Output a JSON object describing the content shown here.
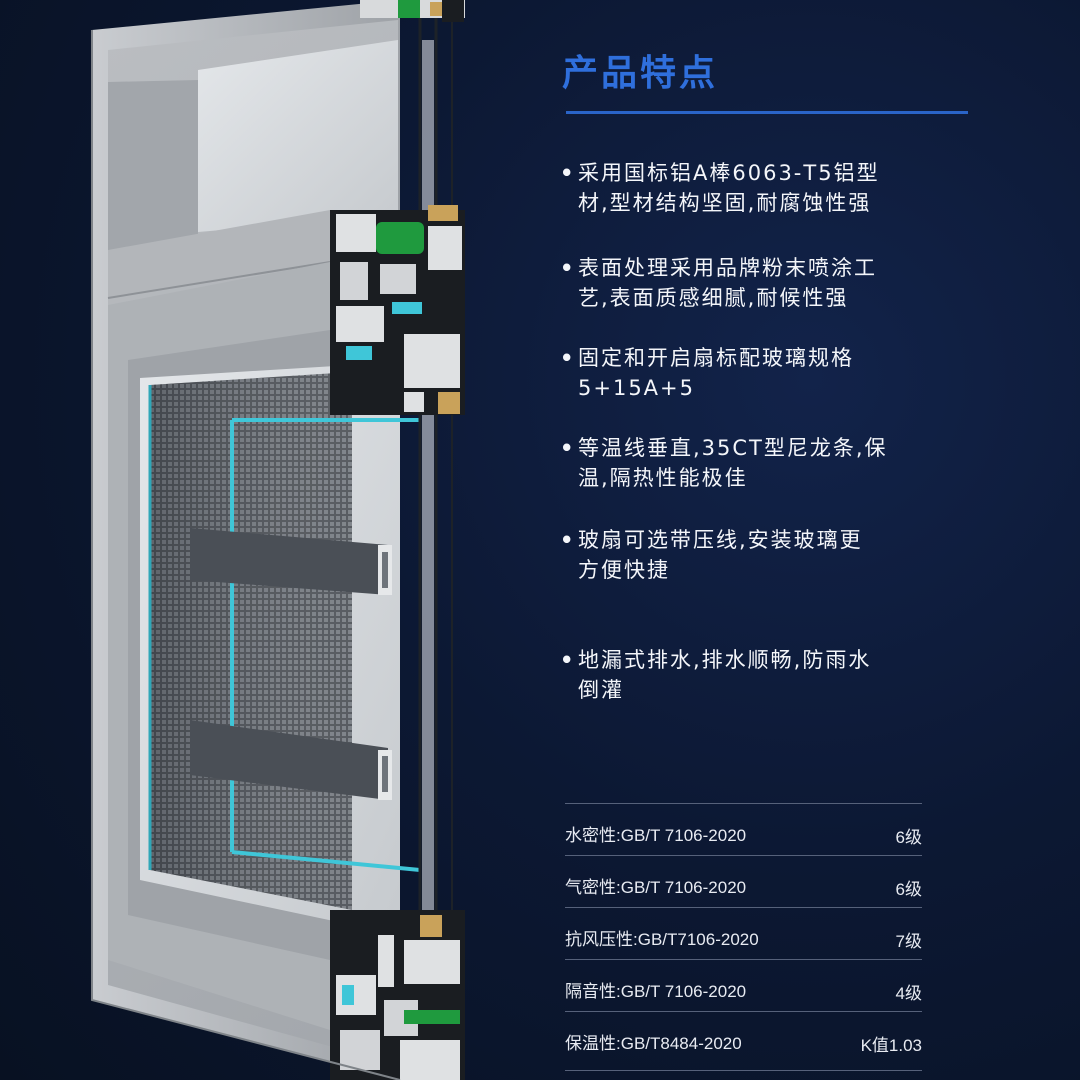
{
  "title": "产品特点",
  "features": [
    {
      "lines": [
        "采用国标铝A棒6063-T5铝型",
        "材,型材结构坚固,耐腐蚀性强"
      ]
    },
    {
      "lines": [
        "表面处理采用品牌粉末喷涂工",
        "艺,表面质感细腻,耐候性强"
      ]
    },
    {
      "lines": [
        "固定和开启扇标配玻璃规格",
        "5+15A+5"
      ]
    },
    {
      "lines": [
        "等温线垂直,35CT型尼龙条,保",
        "温,隔热性能极佳"
      ]
    },
    {
      "lines": [
        "玻扇可选带压线,安装玻璃更",
        "方便快捷"
      ]
    },
    {
      "lines": [
        "地漏式排水,排水顺畅,防雨水",
        "倒灌"
      ]
    }
  ],
  "bullet": "•",
  "specs": [
    {
      "label": "水密性:GB/T 7106-2020",
      "value": "6级"
    },
    {
      "label": "气密性:GB/T 7106-2020",
      "value": "6级"
    },
    {
      "label": "抗风压性:GB/T7106-2020",
      "value": "7级"
    },
    {
      "label": "隔音性:GB/T 7106-2020",
      "value": "4级"
    },
    {
      "label": "保温性:GB/T8484-2020",
      "value": "K值1.03"
    }
  ],
  "colors": {
    "background": "#0c1833",
    "accent": "#2f6fdc",
    "text": "#f4f6fa",
    "gasket_green": "#1f9a3e",
    "glass_teal": "#3fc6d8"
  }
}
